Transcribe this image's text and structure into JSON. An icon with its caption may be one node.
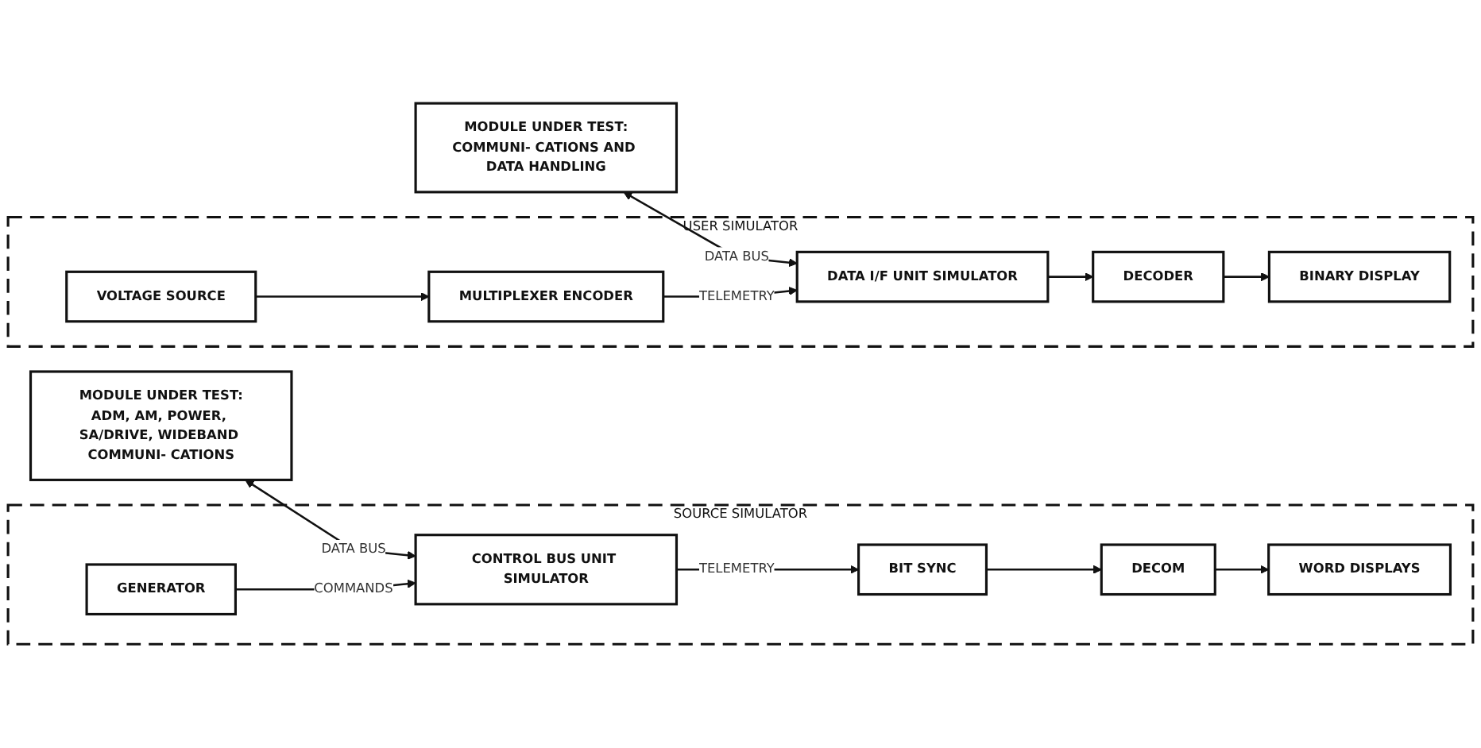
{
  "diagram": {
    "nodes": [
      {
        "text": [
          "MODULE UNDER TEST:",
          "ADM, AM, POWER, SA/DRIVE, WIDEBAND COMMUNI- CATIONS"
        ]
      },
      {
        "text": [
          "SOURCE SIMULATOR"
        ]
      },
      {
        "text": [
          "CONTROL BUS UNIT SIMULATOR"
        ],
        "in": 1
      },
      {
        "text": [
          "BIT SYNC"
        ],
        "in": 1
      },
      {
        "text": [
          "DECOM"
        ],
        "in": 1
      },
      {
        "text": [
          "WORD DISPLAYS"
        ],
        "in": 1
      },
      {
        "text": [
          "GENERATOR"
        ],
        "in": 1
      },
      {
        "text": [
          "MODULE UNDER TEST:",
          "COMMUNI- CATIONS AND DATA HANDLING"
        ]
      },
      {
        "text": [
          "USER SIMULATOR"
        ]
      },
      {
        "text": [
          "DATA I/F UNIT SIMULATOR"
        ],
        "in": 8
      },
      {
        "text": [
          "MULTIPLEXER ENCODER"
        ],
        "in": 8
      },
      {
        "text": [
          "VOLTAGE SOURCE"
        ],
        "in": 8
      },
      {
        "text": [
          "DECODER"
        ],
        "in": 8
      },
      {
        "text": [
          "BINARY DISPLAY"
        ],
        "in": 8
      }
    ],
    "edges": [
      {
        "from": 0,
        "to": 2,
        "arrow": "both",
        "label": "DATA BUS"
      },
      {
        "from": 2,
        "to": 3,
        "arrow": "to",
        "label": "TELEMETRY"
      },
      {
        "from": 3,
        "to": 4,
        "arrow": "to"
      },
      {
        "from": 4,
        "to": 5,
        "arrow": "to"
      },
      {
        "from": 6,
        "to": 2,
        "arrow": "to",
        "label": "COMMANDS"
      },
      {
        "from": 7,
        "to": 9,
        "arrow": "both",
        "label": "DATA BUS"
      },
      {
        "from": 10,
        "to": 9,
        "arrow": "to",
        "label": "TELEMETRY"
      },
      {
        "from": 11,
        "to": 10,
        "arrow": "to"
      },
      {
        "from": 9,
        "to": 12,
        "arrow": "to"
      },
      {
        "from": 12,
        "to": 13,
        "arrow": "to"
      }
    ]
  }
}
